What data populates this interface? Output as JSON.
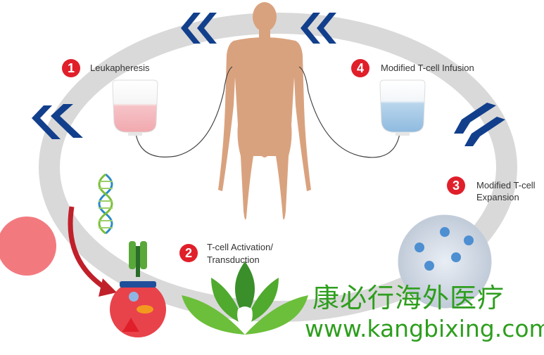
{
  "steps": [
    {
      "number": "1",
      "label": "Leukapheresis"
    },
    {
      "number": "2",
      "label_line1": "T-cell Activation/",
      "label_line2": "Transduction"
    },
    {
      "number": "3",
      "label_line1": "Modified T-cell",
      "label_line2": "Expansion"
    },
    {
      "number": "4",
      "label": "Modified T-cell Infusion"
    }
  ],
  "watermark": {
    "chinese": "康必行海外医疗",
    "url": "www.kangbixing.com"
  },
  "colors": {
    "ring": "#d8d8d8",
    "body": "#d9a27e",
    "badge": "#e01f2a",
    "chevron": "#123f8c",
    "bag_red": "#f4b8bd",
    "bag_blue": "#a9cbe6",
    "dna_blue": "#2a8bc7",
    "dna_green": "#7bbf3a",
    "brand_green": "#2e9e1e"
  }
}
